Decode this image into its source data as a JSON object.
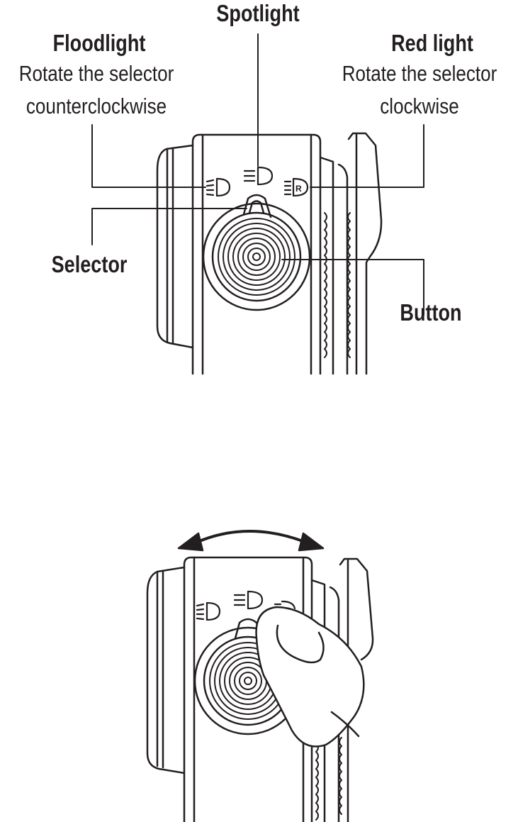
{
  "labels": {
    "spotlight": "Spotlight",
    "floodlight": "Floodlight",
    "floodlight_line1": "Rotate the selector",
    "floodlight_line2": "counterclockwise",
    "red_light": "Red light",
    "red_light_line1": "Rotate the selector",
    "red_light_line2": "clockwise",
    "selector": "Selector",
    "button": "Button"
  },
  "colors": {
    "ink": "#231f20",
    "background": "#ffffff"
  },
  "icons": [
    "floodlight-mode-icon",
    "spotlight-mode-icon",
    "red-light-mode-icon",
    "rotate-double-arrow-icon",
    "thumb-icon"
  ]
}
